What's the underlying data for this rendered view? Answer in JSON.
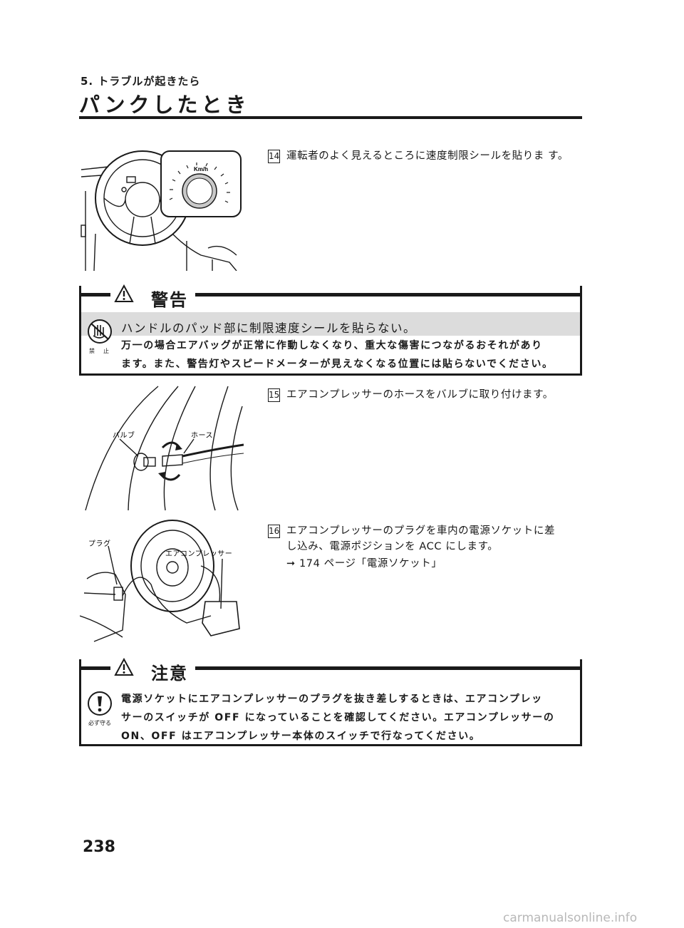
{
  "header": {
    "chapter": "5. トラブルが起きたら",
    "title": "パンクしたとき"
  },
  "steps": [
    {
      "num": "14",
      "text": "運転者のよく見えるところに速度制限シールを貼りま す。"
    },
    {
      "num": "15",
      "text": "エアコンプレッサーのホースをバルブに取り付けます。"
    },
    {
      "num": "16",
      "line1": "エアコンプレッサーのプラグを車内の電源ソケットに差",
      "line2": "し込み、電源ポジションを ACC にします。",
      "ref": "➞ 174 ページ「電源ソケット」"
    }
  ],
  "figures": {
    "fig1": {
      "gauge_label": "Km/h"
    },
    "fig2": {
      "valve_label": "バルブ",
      "hose_label": "ホース"
    },
    "fig3": {
      "plug_label": "プラグ",
      "compressor_label": "エアコンプレッサー"
    }
  },
  "warning": {
    "label": "警告",
    "symbol_caption": "禁　止",
    "headline": "ハンドルのパッド部に制限速度シールを貼らない。",
    "body_line1": "万一の場合エアバッグが正常に作動しなくなり、重大な傷害につながるおそれがあり",
    "body_line2": "ます。また、警告灯やスピードメーターが見えなくなる位置には貼らないでください。"
  },
  "caution": {
    "label": "注意",
    "symbol_caption": "必ず守る",
    "line1": "電源ソケットにエアコンプレッサーのプラグを抜き差しするときは、エアコンプレッ",
    "line2": "サーのスイッチが OFF になっていることを確認してください。エアコンプレッサーの",
    "line3": "ON、OFF はエアコンプレッサー本体のスイッチで行なってください。"
  },
  "footer": {
    "page_number": "238",
    "watermark": "carmanualsonline.info"
  }
}
